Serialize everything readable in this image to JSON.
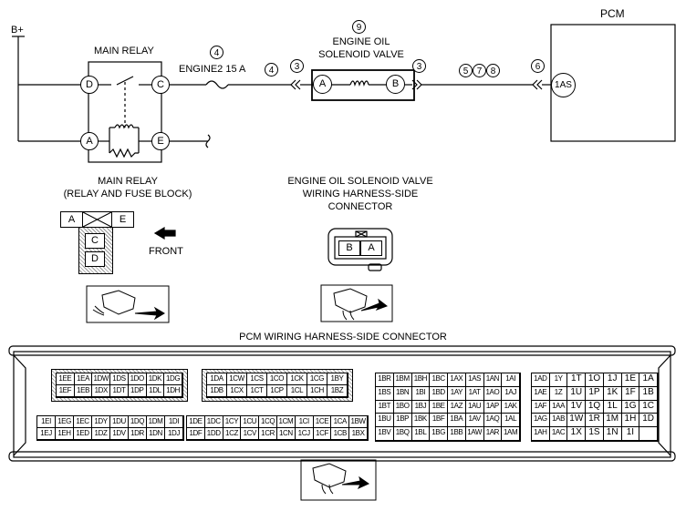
{
  "schematic": {
    "b_plus": "B+",
    "main_relay_title": "MAIN RELAY",
    "relay_terminals": {
      "d": "D",
      "c": "C",
      "a": "A",
      "e": "E"
    },
    "fuse_label": "ENGINE2 15 A",
    "fuse_ref_top": "4",
    "fuse_ref_right": "4",
    "solenoid_ref": "9",
    "solenoid_title_line1": "ENGINE OIL",
    "solenoid_title_line2": "SOLENOID VALVE",
    "solenoid_left_ref": "3",
    "solenoid_right_ref": "3",
    "solenoid_terminals": {
      "a": "A",
      "b": "B"
    },
    "wire_refs": [
      "5",
      "7",
      "8"
    ],
    "pcm_ref": "6",
    "pcm_title": "PCM",
    "pcm_terminal": "1AS"
  },
  "connectors": {
    "relay_caption_line1": "MAIN RELAY",
    "relay_caption_line2": "(RELAY AND FUSE BLOCK)",
    "relay_cells": {
      "a": "A",
      "e": "E",
      "c": "C",
      "d": "D"
    },
    "front_label": "FRONT",
    "solenoid_caption_line1": "ENGINE OIL SOLENOID VALVE",
    "solenoid_caption_line2": "WIRING HARNESS-SIDE",
    "solenoid_caption_line3": "CONNECTOR",
    "solenoid_cells": {
      "b": "B",
      "a": "A"
    },
    "pcm_caption": "PCM WIRING HARNESS-SIDE CONNECTOR",
    "pcm_blocks": {
      "block1": [
        [
          "1EE",
          "1EA",
          "1DW",
          "1DS",
          "1DO",
          "1DK",
          "1DG"
        ],
        [
          "1EF",
          "1EB",
          "1DX",
          "1DT",
          "1DP",
          "1DL",
          "1DH"
        ]
      ],
      "block2": [
        [
          "1DA",
          "1CW",
          "1CS",
          "1CO",
          "1CK",
          "1CG",
          "1BY"
        ],
        [
          "1DB",
          "1CX",
          "1CT",
          "1CP",
          "1CL",
          "1CH",
          "1BZ"
        ]
      ],
      "block3": [
        [
          "1EI",
          "1EG",
          "1EC",
          "1DY",
          "1DU",
          "1DQ",
          "1DM",
          "1DI"
        ],
        [
          "1EJ",
          "1EH",
          "1ED",
          "1DZ",
          "1DV",
          "1DR",
          "1DN",
          "1DJ"
        ]
      ],
      "block4": [
        [
          "1DE",
          "1DC",
          "1CY",
          "1CU",
          "1CQ",
          "1CM",
          "1CI",
          "1CE",
          "1CA",
          "1BW"
        ],
        [
          "1DF",
          "1DD",
          "1CZ",
          "1CV",
          "1CR",
          "1CN",
          "1CJ",
          "1CF",
          "1CB",
          "1BX"
        ]
      ],
      "block5": [
        [
          "1BR",
          "1BM",
          "1BH",
          "1BC",
          "1AX",
          "1AS",
          "1AN",
          "1AI"
        ],
        [
          "1BS",
          "1BN",
          "1BI",
          "1BD",
          "1AY",
          "1AT",
          "1AO",
          "1AJ"
        ],
        [
          "1BT",
          "1BO",
          "1BJ",
          "1BE",
          "1AZ",
          "1AU",
          "1AP",
          "1AK"
        ],
        [
          "1BU",
          "1BP",
          "1BK",
          "1BF",
          "1BA",
          "1AV",
          "1AQ",
          "1AL"
        ],
        [
          "1BV",
          "1BQ",
          "1BL",
          "1BG",
          "1BB",
          "1AW",
          "1AR",
          "1AM"
        ]
      ],
      "block6": [
        [
          "1AD",
          "1Y",
          "1T",
          "1O",
          "1J",
          "1E",
          "1A"
        ],
        [
          "1AE",
          "1Z",
          "1U",
          "1P",
          "1K",
          "1F",
          "1B"
        ],
        [
          "1AF",
          "1AA",
          "1V",
          "1Q",
          "1L",
          "1G",
          "1C"
        ],
        [
          "1AG",
          "1AB",
          "1W",
          "1R",
          "1M",
          "1H",
          "1D"
        ],
        [
          "1AH",
          "1AC",
          "1X",
          "1S",
          "1N",
          "1I",
          ""
        ]
      ]
    }
  }
}
